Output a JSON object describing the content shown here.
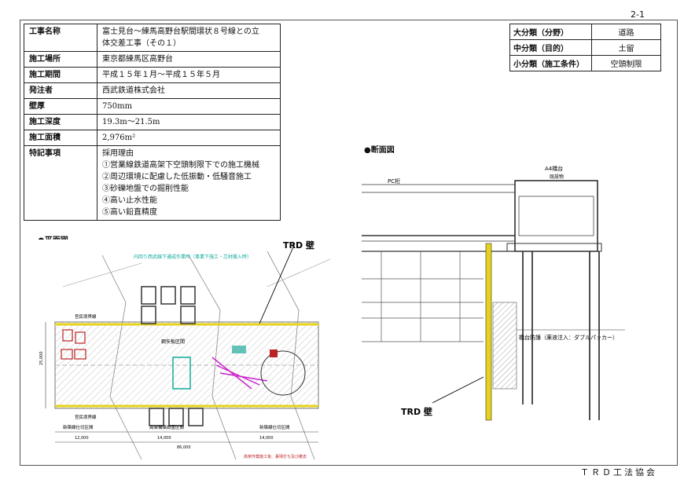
{
  "page_number": "2-1",
  "info_rows": [
    {
      "key": "工事名称",
      "value": [
        "富士見台～練馬高野台駅間環状８号線との立",
        "体交差工事（その１）"
      ]
    },
    {
      "key": "施工場所",
      "value": [
        "東京都練馬区高野台"
      ]
    },
    {
      "key": "施工期間",
      "value": [
        "平成１５年１月～平成１５年５月"
      ]
    },
    {
      "key": "発注者",
      "value": [
        "西武鉄道株式会社"
      ]
    },
    {
      "key": "壁厚",
      "value": [
        "750mm"
      ]
    },
    {
      "key": "施工深度",
      "value": [
        "19.3m～21.5m"
      ]
    },
    {
      "key": "施工面積",
      "value": [
        "2,976m²"
      ]
    },
    {
      "key": "特記事項",
      "value": [
        "採用理由",
        "①営業線鉄道高架下空頭制限下での施工機械",
        "②周辺環境に配慮した低振動・低騒音施工",
        "③砂礫地盤での掘削性能",
        "④高い止水性能",
        "⑤高い鉛直精度"
      ]
    }
  ],
  "classification": [
    {
      "key": "大分類（分野）",
      "value": "道路"
    },
    {
      "key": "中分類（目的）",
      "value": "土留"
    },
    {
      "key": "小分類（施工条件）",
      "value": "空頭制限"
    }
  ],
  "plan_caption": "●平面図",
  "section_caption": "●断面図",
  "plan_labels": {
    "trd_callout": "TRD 壁",
    "top_note": "内回り西武線下通成作業時（事業下施工・芯材搬入時）",
    "left_label_1": "官民境界線",
    "left_label_2": "官民境界線",
    "bottom_label_1": "新築線仕切区間",
    "bottom_label_2": "高架構築設置区間",
    "bottom_label_3": "新築線仕切区間",
    "dim_total": "86,000",
    "dim_left": "12,000",
    "dim_mid": "14,000",
    "dim_right": "14,000",
    "bottom_note": "高架作業施工後、裏残打ち及び撤去",
    "side_dim": "25,000",
    "center_text": "鋼矢板区間"
  },
  "section_labels": {
    "trd_callout": "TRD 壁",
    "pc_label": "PC桁",
    "top_label": "A4橋台",
    "top_sub": "既設物",
    "anchor_note": "橋台防護（薬液注入：ダブルパッカー）"
  },
  "footer": "ＴＲＤ工法協会"
}
